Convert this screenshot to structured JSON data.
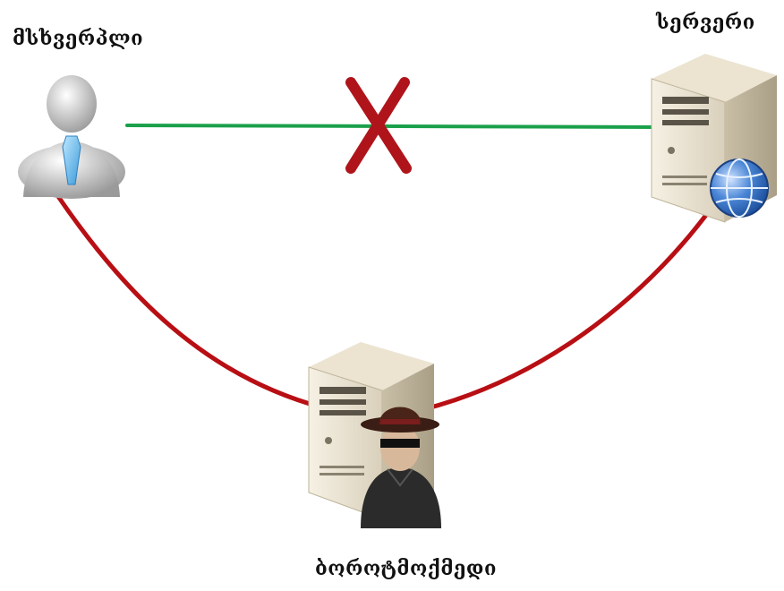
{
  "labels": {
    "client": "მსხვერპლი",
    "server": "სერვერი",
    "attacker": "ბოროტმოქმედი"
  },
  "colors": {
    "direct_link": "#1aa04a",
    "mitm_link": "#b80f14",
    "blocked_mark": "#b0141b"
  },
  "icons": {
    "client": "user-icon",
    "server": "server-globe-icon",
    "attacker": "hacker-server-icon",
    "blocked": "x-mark-icon"
  }
}
